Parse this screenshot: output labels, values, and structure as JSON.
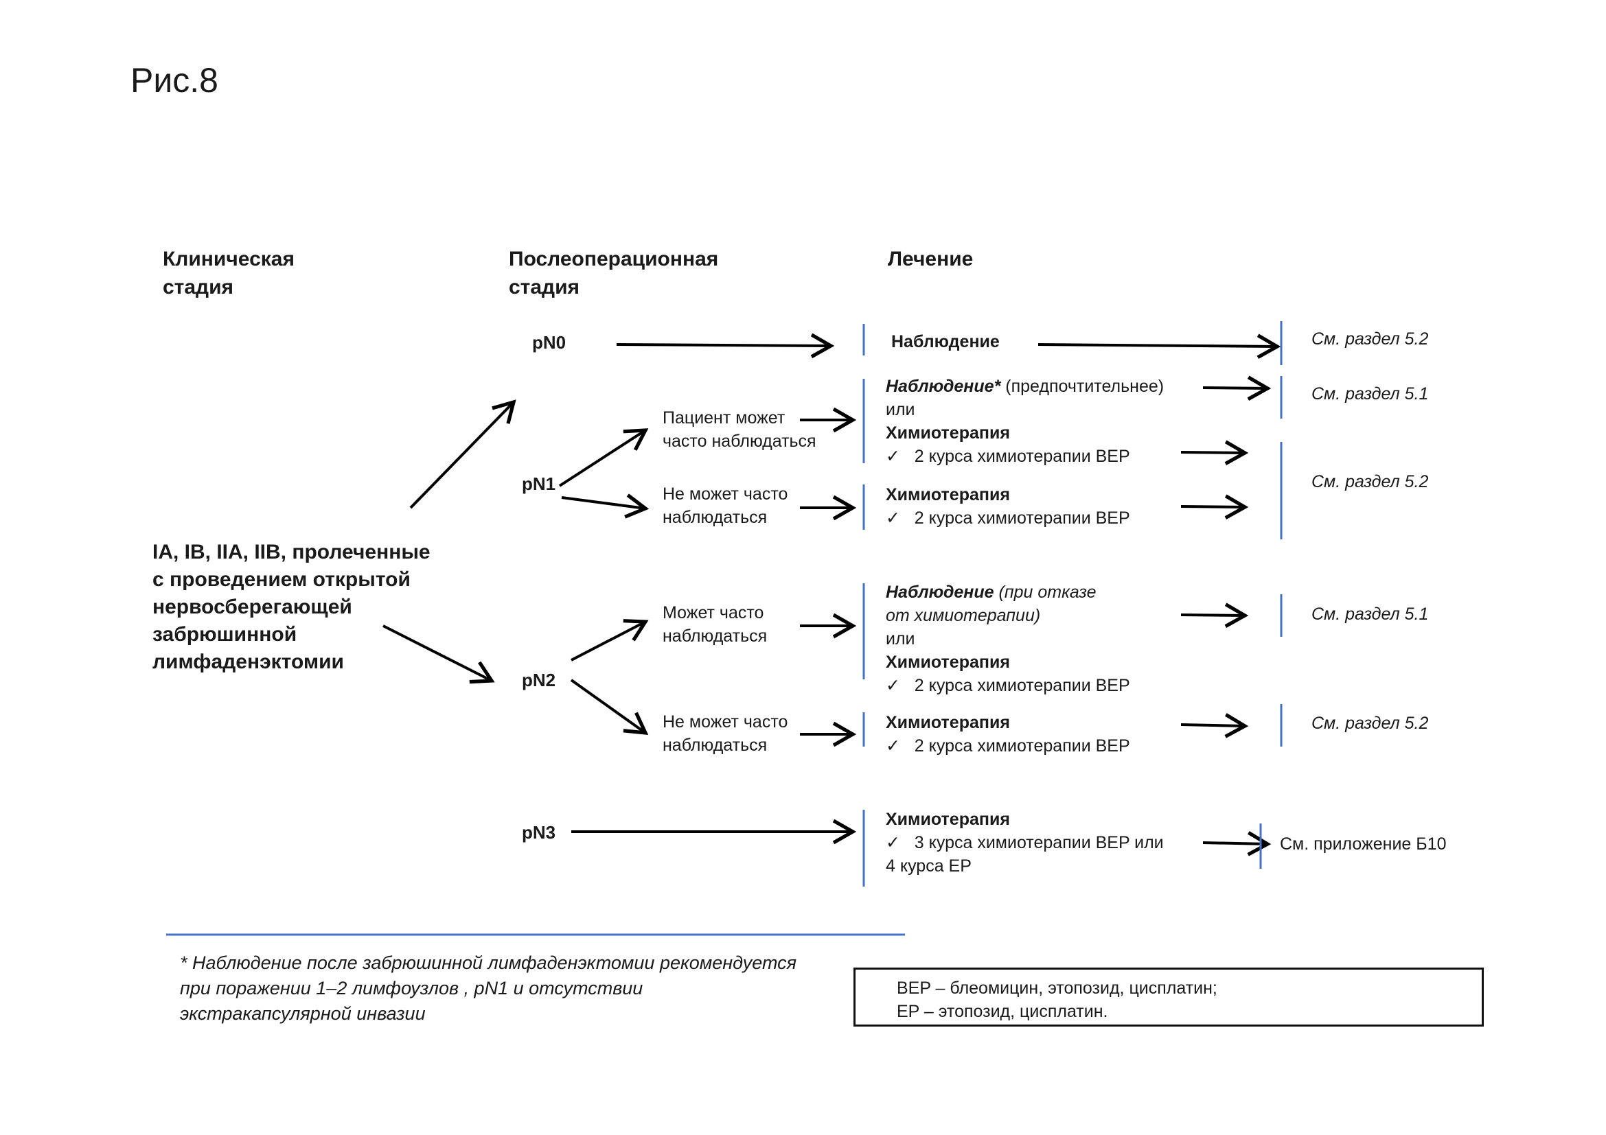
{
  "figure_label": "Рис.8",
  "headers": {
    "clinical": [
      "Клиническая",
      "стадия"
    ],
    "postop": [
      "Послеоперационная",
      "стадия"
    ],
    "treatment": "Лечение"
  },
  "clinical_stage": [
    "IA, IB, IIA, IIB, пролеченные",
    "с проведением открытой",
    "нервосберегающей",
    "забрюшинной",
    "лимфаденэктомии"
  ],
  "stages": {
    "pN0": "pN0",
    "pN1": "pN1",
    "pN2": "pN2",
    "pN3": "pN3"
  },
  "conditions": {
    "pn1_can": [
      "Пациент может",
      "часто наблюдаться"
    ],
    "pn1_cannot": [
      "Не может часто",
      "наблюдаться"
    ],
    "pn2_can": [
      "Может часто",
      "наблюдаться"
    ],
    "pn2_cannot": [
      "Не может часто",
      "наблюдаться"
    ]
  },
  "treatments": {
    "pn0": "Наблюдение",
    "pn1_can": {
      "obs": "Наблюдение*",
      "obs_note": " (предпочтительнее)",
      "or": "или",
      "chemo": "Химиотерапия",
      "course": "2 курса химиотерапии BEP"
    },
    "pn1_cannot": {
      "chemo": "Химиотерапия",
      "course": "2 курса химиотерапии BEP"
    },
    "pn2_can": {
      "obs": "Наблюдение",
      "obs_note1": " (при отказе",
      "obs_note2": "от химиотерапии)",
      "or": "или",
      "chemo": "Химиотерапия",
      "course": "2 курса химиотерапии BEP"
    },
    "pn2_cannot": {
      "chemo": "Химиотерапия",
      "course": "2 курса химиотерапии BEP"
    },
    "pn3": {
      "chemo": "Химиотерапия",
      "course1": "3 курса химиотерапии BEP или",
      "course2": "4 курса EP"
    }
  },
  "check_mark": "✓",
  "references": {
    "r1": "См. раздел 5.2",
    "r2": "См. раздел 5.1",
    "r3": "См. раздел 5.2",
    "r4": "См. раздел 5.1",
    "r5": "См. раздел 5.2",
    "r6": "См. приложение Б10"
  },
  "footnote": [
    "* Наблюдение после забрюшинной лимфаденэктомии рекомендуется",
    "при поражении 1–2 лимфоузлов , pN1 и  отсутствии",
    "экстракапсулярной инвазии"
  ],
  "legend": [
    "BEP – блеомицин, этопозид, цисплатин;",
    "EP – этопозид, цисплатин."
  ],
  "colors": {
    "separator": "#4472c4",
    "arrow": "#000000",
    "text": "#1a1a1a"
  }
}
